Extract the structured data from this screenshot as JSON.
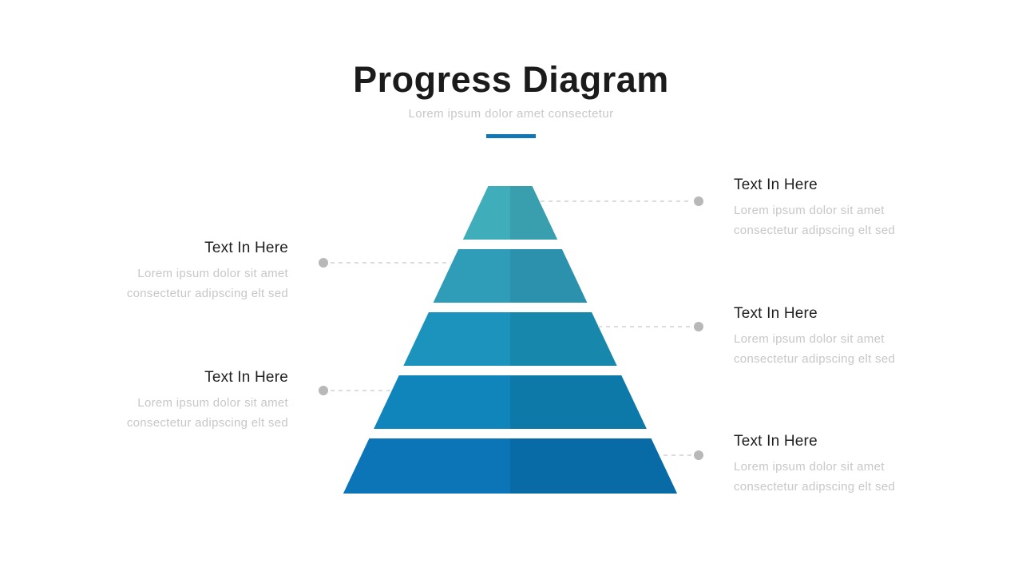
{
  "slide": {
    "title": "Progress Diagram",
    "subtitle": "Lorem ipsum dolor amet consectetur"
  },
  "colors": {
    "accent": "#1077b4",
    "dash": "#d0d0d0",
    "dot": "#b8b8b8"
  },
  "pyramid": {
    "levels": [
      {
        "name": "level-1",
        "left": "#40adbb",
        "right": "#399fae"
      },
      {
        "name": "level-2",
        "left": "#2f9cb8",
        "right": "#2b91ac"
      },
      {
        "name": "level-3",
        "left": "#1b93bc",
        "right": "#1788ab"
      },
      {
        "name": "level-4",
        "left": "#1085bc",
        "right": "#0d79a9"
      },
      {
        "name": "level-5",
        "left": "#0b75b7",
        "right": "#096ba5"
      }
    ]
  },
  "callouts": [
    {
      "side": "right",
      "level": 1,
      "heading": "Text In Here",
      "line1": "Lorem ipsum dolor sit amet",
      "line2": "consectetur adipscing elt sed"
    },
    {
      "side": "left",
      "level": 2,
      "heading": "Text In Here",
      "line1": "Lorem ipsum dolor sit amet",
      "line2": "consectetur adipscing elt sed"
    },
    {
      "side": "right",
      "level": 3,
      "heading": "Text In Here",
      "line1": "Lorem ipsum dolor sit amet",
      "line2": "consectetur adipscing elt sed"
    },
    {
      "side": "left",
      "level": 4,
      "heading": "Text In Here",
      "line1": "Lorem ipsum dolor sit amet",
      "line2": "consectetur adipscing elt sed"
    },
    {
      "side": "right",
      "level": 5,
      "heading": "Text In Here",
      "line1": "Lorem ipsum dolor sit amet",
      "line2": "consectetur adipscing elt sed"
    }
  ]
}
